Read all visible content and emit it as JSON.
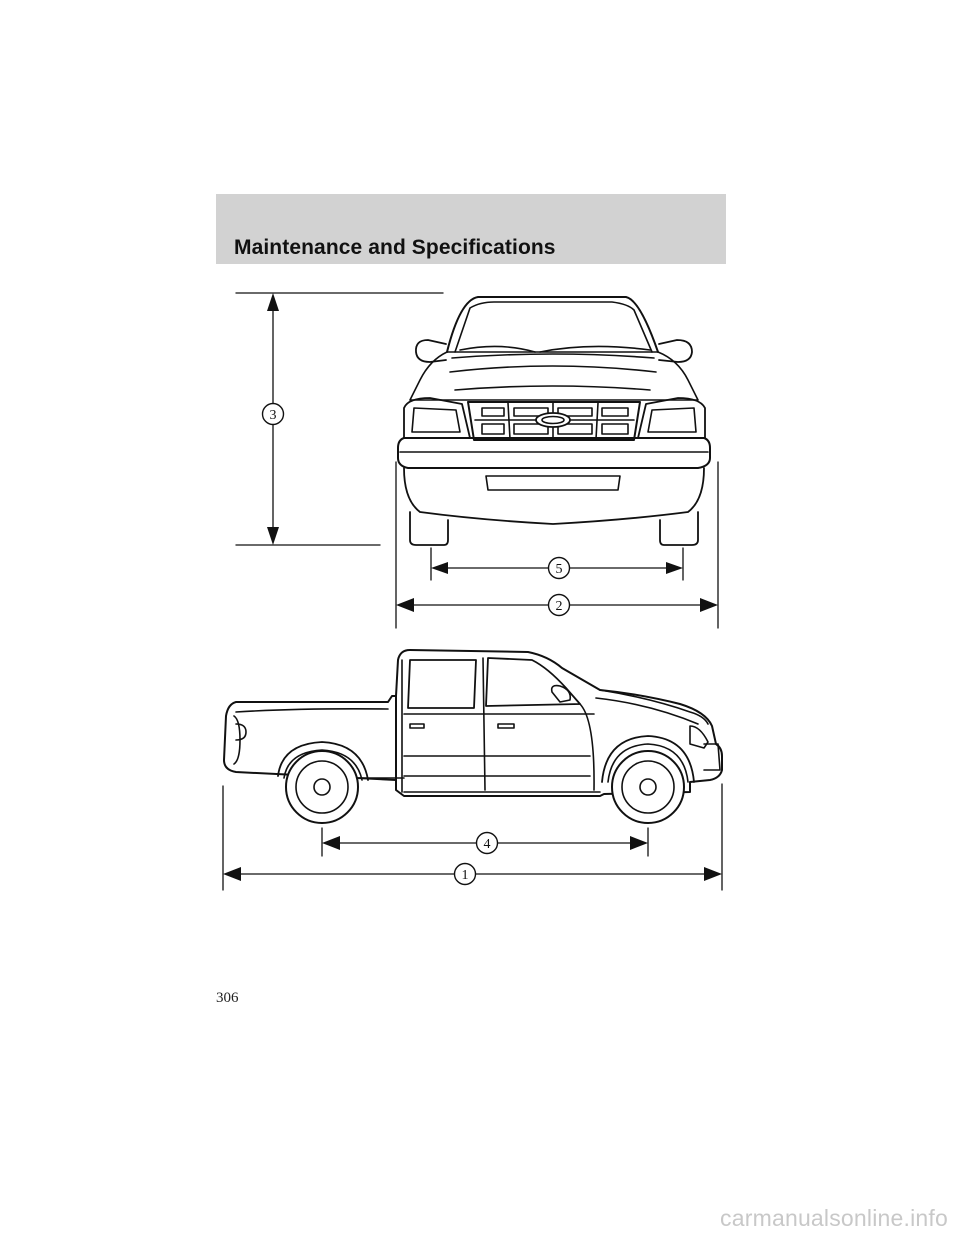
{
  "header": {
    "title": "Maintenance and Specifications"
  },
  "figure": {
    "front_view": {
      "callouts": {
        "height": "3",
        "track": "5",
        "width": "2"
      }
    },
    "side_view": {
      "callouts": {
        "wheelbase": "4",
        "length": "1"
      }
    }
  },
  "footer": {
    "page_number": "306"
  },
  "watermark": {
    "text": "carmanualsonline.info"
  }
}
